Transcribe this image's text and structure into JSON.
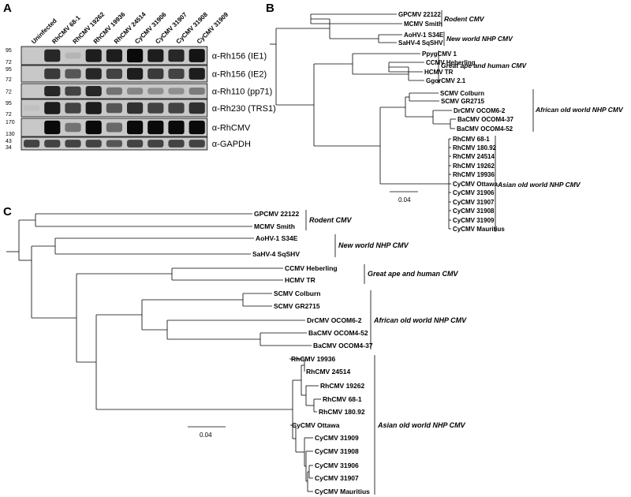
{
  "panels": {
    "a_label": "A",
    "b_label": "B",
    "c_label": "C"
  },
  "blot": {
    "lanes": [
      "Uninfected",
      "RhCMV 68-1",
      "RhCMV 19262",
      "RhCMV 19936",
      "RhCMV 24514",
      "CyCMV 31906",
      "CyCMV 31907",
      "CyCMV 31908",
      "CyCMV 31909"
    ],
    "rows": [
      {
        "antibody": "α-Rh156 (IE1)",
        "markers": [
          "95",
          "72"
        ],
        "intensity": [
          0,
          0.85,
          0.1,
          0.9,
          0.9,
          1,
          0.9,
          0.85,
          0.95
        ]
      },
      {
        "antibody": "α-Rh156 (IE2)",
        "markers": [
          "95",
          "72"
        ],
        "intensity": [
          0,
          0.75,
          0.6,
          0.85,
          0.7,
          0.9,
          0.75,
          0.7,
          0.9
        ]
      },
      {
        "antibody": "α-Rh110 (pp71)",
        "markers": [
          "72"
        ],
        "intensity": [
          0,
          0.85,
          0.7,
          0.85,
          0.45,
          0.35,
          0.3,
          0.3,
          0.4
        ]
      },
      {
        "antibody": "α-Rh230 (TRS1)",
        "markers": [
          "95",
          "72"
        ],
        "intensity": [
          0.05,
          0.9,
          0.7,
          0.9,
          0.6,
          0.8,
          0.7,
          0.7,
          0.8
        ]
      },
      {
        "antibody": "α-RhCMV",
        "markers": [
          "170",
          "130"
        ],
        "intensity": [
          0,
          1,
          0.45,
          1,
          0.5,
          1,
          1,
          1,
          1
        ]
      },
      {
        "antibody": "α-GAPDH",
        "markers": [
          "43",
          "34"
        ],
        "intensity": [
          0.7,
          0.7,
          0.7,
          0.7,
          0.6,
          0.7,
          0.7,
          0.7,
          0.7
        ]
      }
    ]
  },
  "tree_b": {
    "leaves": [
      "GPCMV 22122",
      "MCMV Smith",
      "AoHV-1 S34E",
      "SaHV-4 SqSHV",
      "PpygCMV 1",
      "CCMV Heberling",
      "HCMV TR",
      "GgorCMV 2.1",
      "SCMV Colburn",
      "SCMV GR2715",
      "DrCMV OCOM6-2",
      "BaCMV OCOM4-37",
      "BaCMV OCOM4-52",
      "RhCMV 68-1",
      "RhCMV 180.92",
      "RhCMV 24514",
      "RhCMV 19262",
      "RhCMV 19936",
      "CyCMV Ottawa",
      "CyCMV 31906",
      "CyCMV 31907",
      "CyCMV 31908",
      "CyCMV 31909",
      "CyCMV Mauritius"
    ],
    "groups": [
      "Rodent CMV",
      "New world NHP CMV",
      "Great ape and human CMV",
      "African old world NHP CMV",
      "Asian old world NHP CMV"
    ],
    "scale_label": "0.04"
  },
  "tree_c": {
    "leaves": [
      "GPCMV 22122",
      "MCMV Smith",
      "AoHV-1 S34E",
      "SaHV-4 SqSHV",
      "CCMV Heberling",
      "HCMV TR",
      "SCMV Colburn",
      "SCMV GR2715",
      "DrCMV OCOM6-2",
      "BaCMV OCOM4-52",
      "BaCMV OCOM4-37",
      "RhCMV 19936",
      "RhCMV 24514",
      "RhCMV 19262",
      "RhCMV 68-1",
      "RhCMV 180.92",
      "CyCMV Ottawa",
      "CyCMV 31909",
      "CyCMV 31908",
      "CyCMV 31906",
      "CyCMV 31907",
      "CyCMV Mauritius"
    ],
    "groups": [
      "Rodent CMV",
      "New world NHP CMV",
      "Great ape and human CMV",
      "African old world NHP CMV",
      "Asian old world NHP CMV"
    ],
    "scale_label": "0.04"
  }
}
